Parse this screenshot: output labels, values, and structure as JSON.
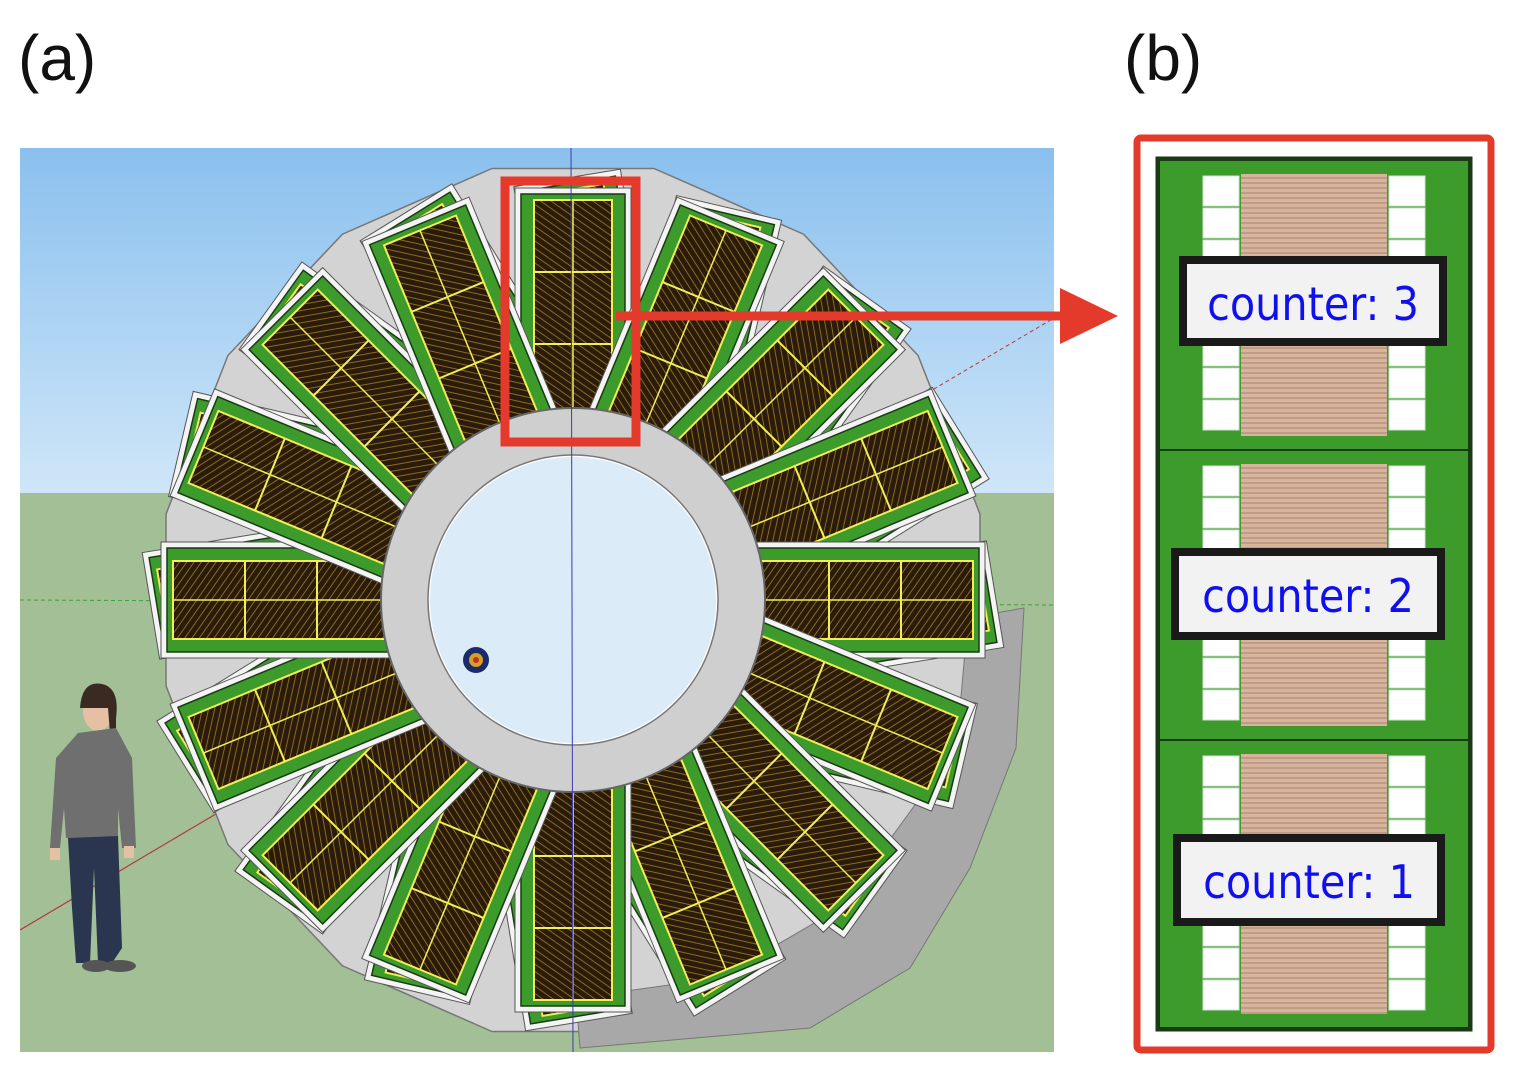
{
  "panels": {
    "a": {
      "label": "(a)"
    },
    "b": {
      "label": "(b)"
    }
  },
  "detector": {
    "sector_count": 16,
    "counters_per_sector": 3,
    "counters": [
      {
        "label": "counter: 3"
      },
      {
        "label": "counter: 2"
      },
      {
        "label": "counter: 1"
      }
    ]
  },
  "colors": {
    "sky": "#8fc3ee",
    "ground": "#a2bf95",
    "support_ring": "#d2d2d2",
    "counter_green": "#3d9b2c",
    "scintillator": "#2c1c0c",
    "fiber_yellow": "#f2ee57",
    "highlight_red": "#e33a2c",
    "label_blue": "#1010ee"
  }
}
